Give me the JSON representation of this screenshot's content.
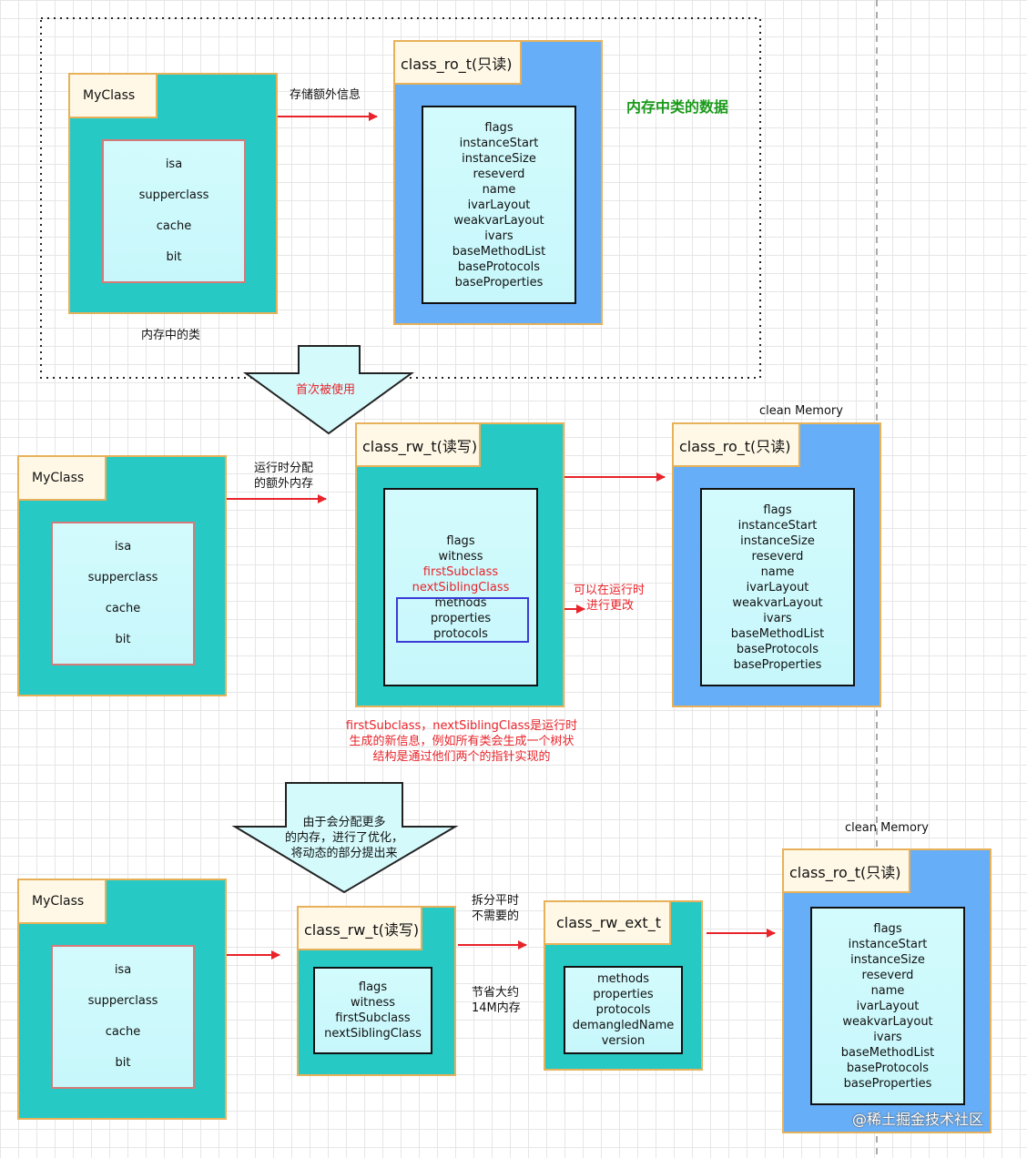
{
  "section1": {
    "myclass": {
      "title": "MyClass",
      "fields": [
        "isa",
        "supperclass",
        "cache",
        "bit"
      ],
      "caption": "内存中的类"
    },
    "arrow_label": "存储额外信息",
    "ro": {
      "title": "class_ro_t(只读)",
      "fields": [
        "flags",
        "instanceStart",
        "instanceSize",
        "reseverd",
        "name",
        "ivarLayout",
        "weakvarLayout",
        "ivars",
        "baseMethodList",
        "baseProtocols",
        "baseProperties"
      ]
    },
    "heading": "内存中类的数据"
  },
  "transition1": {
    "label": "首次被使用"
  },
  "section2": {
    "myclass": {
      "title": "MyClass",
      "fields": [
        "isa",
        "supperclass",
        "cache",
        "bit"
      ]
    },
    "arrow_label": [
      "运行时分配",
      "的额外内存"
    ],
    "rw": {
      "title": "class_rw_t(读写)",
      "fields": [
        "flags",
        "witness",
        "firstSubclass",
        "nextSiblingClass",
        "methods",
        "properties",
        "protocols"
      ]
    },
    "modify_label": [
      "可以在运行时",
      "进行更改"
    ],
    "clean_memory": "clean Memory",
    "ro": {
      "title": "class_ro_t(只读)",
      "fields": [
        "flags",
        "instanceStart",
        "instanceSize",
        "reseverd",
        "name",
        "ivarLayout",
        "weakvarLayout",
        "ivars",
        "baseMethodList",
        "baseProtocols",
        "baseProperties"
      ]
    },
    "note": [
      "firstSubclass，nextSiblingClass是运行时",
      "生成的新信息，例如所有类会生成一个树状",
      "结构是通过他们两个的指针实现的"
    ]
  },
  "transition2": {
    "label": [
      "由于会分配更多",
      "的内存，进行了优化，",
      "将动态的部分提出来"
    ]
  },
  "section3": {
    "myclass": {
      "title": "MyClass",
      "fields": [
        "isa",
        "supperclass",
        "cache",
        "bit"
      ]
    },
    "rw": {
      "title": "class_rw_t(读写)",
      "fields": [
        "flags",
        "witness",
        "firstSubclass",
        "nextSiblingClass"
      ]
    },
    "split_label": [
      "拆分平时",
      "不需要的"
    ],
    "save_label": [
      "节省大约",
      "14M内存"
    ],
    "ext": {
      "title": "class_rw_ext_t",
      "fields": [
        "methods",
        "properties",
        "protocols",
        "demangledName",
        "version"
      ]
    },
    "clean_memory": "clean Memory",
    "ro": {
      "title": "class_ro_t(只读)",
      "fields": [
        "flags",
        "instanceStart",
        "instanceSize",
        "reseverd",
        "name",
        "ivarLayout",
        "weakvarLayout",
        "ivars",
        "baseMethodList",
        "baseProtocols",
        "baseProperties"
      ]
    }
  },
  "watermark": "@稀土掘金技术社区",
  "colors": {
    "teal": "#27c9c5",
    "blue": "#66aef7",
    "border": "#e7b15a",
    "red": "#e8232a",
    "green": "#1a9a1a"
  }
}
